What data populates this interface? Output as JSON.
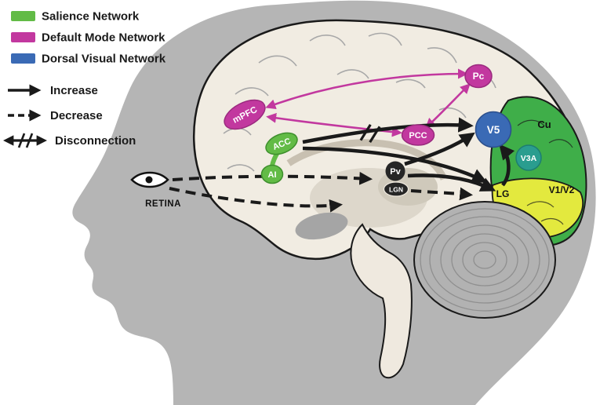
{
  "legend": {
    "networks": [
      {
        "label": "Salience Network",
        "color": "#62bb46"
      },
      {
        "label": "Default Mode Network",
        "color": "#c2389f"
      },
      {
        "label": "Dorsal Visual Network",
        "color": "#3a6ab5"
      }
    ],
    "edge_types": [
      {
        "label": "Increase",
        "style": "solid-arrow"
      },
      {
        "label": "Decrease",
        "style": "dashed-arrow"
      },
      {
        "label": "Disconnection",
        "style": "double-slash-arrow"
      }
    ]
  },
  "regions": {
    "mpfc": "mPFC",
    "acc": "ACC",
    "ai": "AI",
    "pc": "Pc",
    "pcc": "PCC",
    "v5": "V5",
    "cu": "Cu",
    "v3a": "V3A",
    "v1v2": "V1/V2",
    "lg": "LG",
    "pv": "Pv",
    "lgn": "LGN",
    "retina": "RETINA"
  },
  "colors": {
    "head": "#b5b5b5",
    "brain": "#f1ece2",
    "outline": "#1a1a1a",
    "occipital_green": "#3fae49",
    "occipital_yellow": "#e3e93e",
    "v3a_teal": "#2a9d8f",
    "node_dark": "#262626",
    "salience_green": "#62bb46",
    "dmn_magenta": "#c2389f",
    "dorsal_blue": "#3a6ab5"
  }
}
